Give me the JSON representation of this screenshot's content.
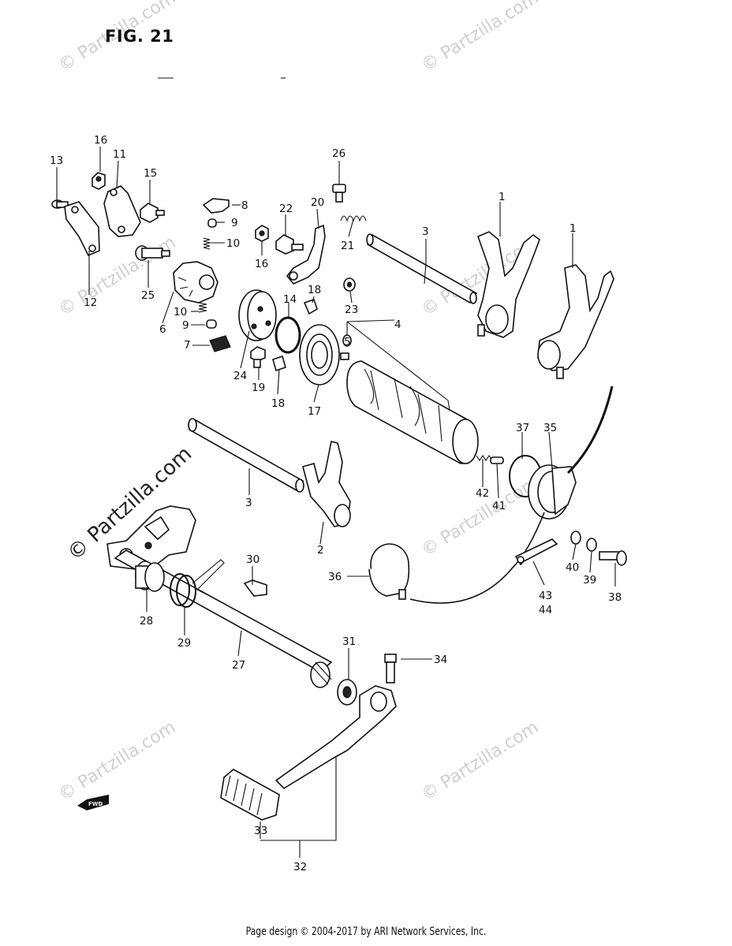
{
  "figure": {
    "title": "FIG. 21"
  },
  "footer": {
    "text": "Page design © 2004-2017 by ARI Network Services, Inc."
  },
  "watermark": {
    "text": "© Partzilla.com",
    "color": "#cfcfcf",
    "main_color": "#222222"
  },
  "fwd_badge": {
    "text": "FWD"
  },
  "callouts": [
    "1",
    "1",
    "2",
    "3",
    "3",
    "4",
    "5",
    "6",
    "7",
    "8",
    "9",
    "9",
    "10",
    "10",
    "11",
    "12",
    "13",
    "14",
    "15",
    "16",
    "16",
    "17",
    "18",
    "18",
    "19",
    "20",
    "21",
    "22",
    "23",
    "24",
    "25",
    "26",
    "27",
    "28",
    "29",
    "30",
    "31",
    "32",
    "33",
    "34",
    "35",
    "36",
    "37",
    "38",
    "39",
    "40",
    "41",
    "42",
    "43",
    "44"
  ]
}
